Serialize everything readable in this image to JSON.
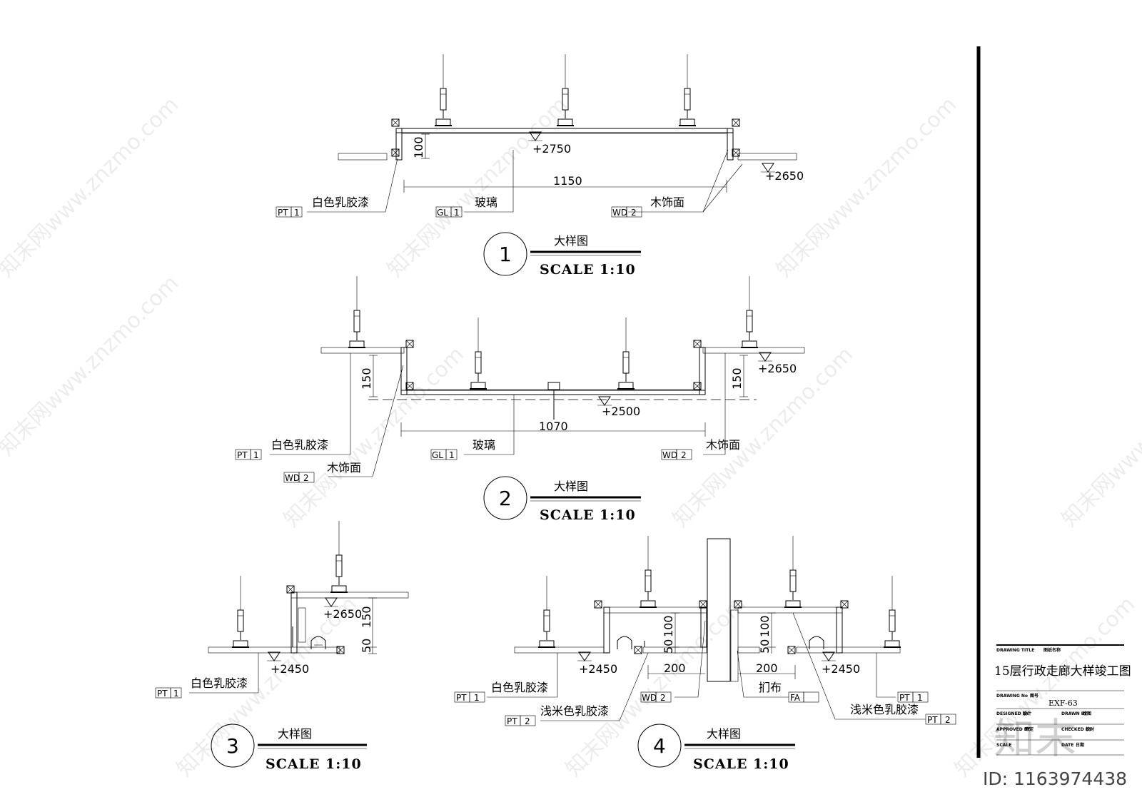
{
  "details": [
    {
      "number": "1",
      "title": "大样图",
      "scale": "SCALE 1:10",
      "dims": [
        "100",
        "1150"
      ],
      "levels": [
        "+2750",
        "+2650"
      ],
      "tags": [
        {
          "code": "PT",
          "num": "1",
          "label": "白色乳胶漆"
        },
        {
          "code": "GL",
          "num": "1",
          "label": "玻璃"
        },
        {
          "code": "WD",
          "num": "2",
          "label": "木饰面"
        }
      ]
    },
    {
      "number": "2",
      "title": "大样图",
      "scale": "SCALE 1:10",
      "dims": [
        "150",
        "1070",
        "150"
      ],
      "levels": [
        "+2650",
        "+2500"
      ],
      "tags": [
        {
          "code": "PT",
          "num": "1",
          "label": "白色乳胶漆"
        },
        {
          "code": "WD",
          "num": "2",
          "label": "木饰面"
        },
        {
          "code": "GL",
          "num": "1",
          "label": "玻璃"
        },
        {
          "code": "WD",
          "num": "2",
          "label": "木饰面"
        }
      ]
    },
    {
      "number": "3",
      "title": "大样图",
      "scale": "SCALE 1:10",
      "dims": [
        "150",
        "50"
      ],
      "levels": [
        "+2650",
        "+2450"
      ],
      "tags": [
        {
          "code": "PT",
          "num": "1",
          "label": "白色乳胶漆"
        }
      ]
    },
    {
      "number": "4",
      "title": "大样图",
      "scale": "SCALE 1:10",
      "dims": [
        "50",
        "100",
        "200",
        "50",
        "100",
        "200"
      ],
      "levels": [
        "+2450",
        "+2450"
      ],
      "tags": [
        {
          "code": "PT",
          "num": "1",
          "label": "白色乳胶漆"
        },
        {
          "code": "PT",
          "num": "2",
          "label": "浅米色乳胶漆"
        },
        {
          "code": "WD",
          "num": "2",
          "label": ""
        },
        {
          "code": "FA",
          "num": "",
          "label": "扪布"
        },
        {
          "code": "PT",
          "num": "2",
          "label": "浅米色乳胶漆"
        },
        {
          "code": "PT",
          "num": "1",
          "label": ""
        }
      ]
    }
  ],
  "title_block": {
    "drawing_title_label": "DRAWING TITLE",
    "drawing_title_cn": "图纸名称",
    "drawing_title": "15层行政走廊大样竣工图",
    "drawing_no_label": "DRAWING No",
    "drawing_no_cn": "图号",
    "drawing_no": "EXF-63",
    "designed_by_label": "DESIGNED BY",
    "designed_by_cn": "设计",
    "drawn_by_label": "DRAWN BY",
    "drawn_by_cn": "绘图",
    "approved_by_label": "APPROVED BY",
    "approved_by_cn": "审定",
    "checked_by_label": "CHECKED BY",
    "checked_by_cn": "校对",
    "scale_label": "SCALE",
    "date_label": "DATE",
    "date_cn": "日期"
  },
  "watermark": {
    "text": "知末网www.znzmo.com",
    "logo": "知末",
    "id": "ID: 1163974438"
  }
}
